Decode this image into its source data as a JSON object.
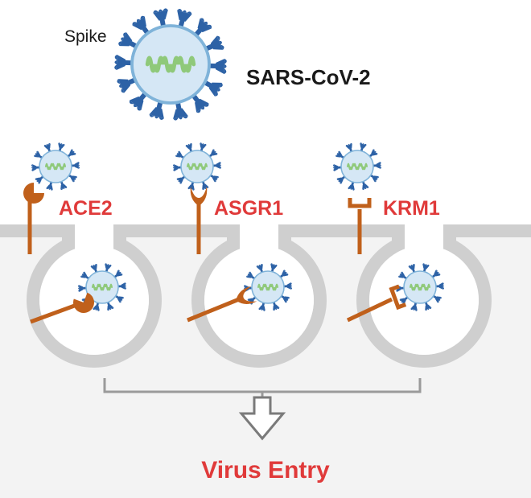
{
  "labels": {
    "spike": "Spike",
    "virus_name": "SARS-CoV-2",
    "outcome": "Virus Entry"
  },
  "receptors": [
    {
      "name": "ACE2",
      "shape": "cup"
    },
    {
      "name": "ASGR1",
      "shape": "y-fork"
    },
    {
      "name": "KRM1",
      "shape": "bracket"
    }
  ],
  "colors": {
    "receptor": "#c0601b",
    "receptor_label": "#e03a3a",
    "outcome_label": "#e03a3a",
    "membrane": "#cfcfcf",
    "cytoplasm": "#f3f3f3",
    "virion_fill": "#d5e7f5",
    "virion_edge": "#7fb3d9",
    "spike": "#2d62a6",
    "rna": "#8fc97a",
    "arrow": "#7a7a7a"
  },
  "icons": [
    "virion-icon",
    "spike-icon",
    "rna-icon",
    "receptor-icon",
    "down-arrow-icon"
  ]
}
